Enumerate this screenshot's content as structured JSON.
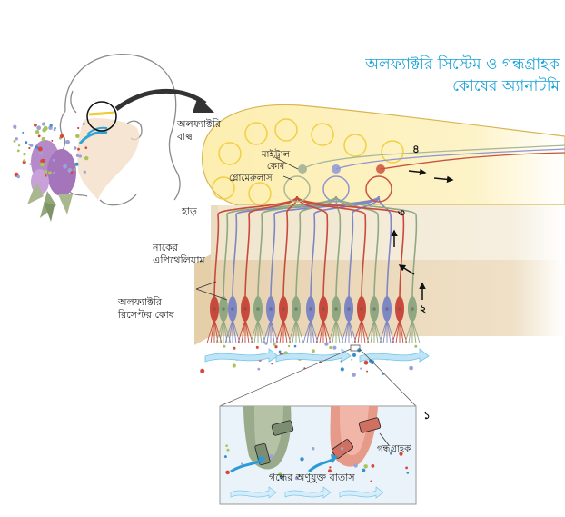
{
  "title": {
    "line1": "অলফ্যাক্টরি সিস্টেম ও গন্ধগ্রাহক",
    "line2": "কোষের অ্যানাটমি",
    "color": "#1aa3d8"
  },
  "labels": {
    "olfactory_bulb": [
      "অলফ্যাক্টরি",
      "বাল্ব"
    ],
    "mitral_cell": [
      "মাইট্রাল",
      "কোষ"
    ],
    "glomerulus": "গ্লোমেরুলাস",
    "bone": "হাড়",
    "nasal_epithelium": [
      "নাকের",
      "এপিথেলিয়াম"
    ],
    "olfactory_receptor_cells": [
      "অলফ্যাক্টরি",
      "রিসেপ্টর কোষ"
    ],
    "odorant_receptor": "গন্ধগ্রাহক",
    "odor_air": "গন্ধের অণুযুক্ত বাতাস"
  },
  "step_numbers": [
    "১",
    "২",
    "৩",
    "৪"
  ],
  "colors": {
    "bulb_fill": "#fcefb0",
    "bulb_stroke": "#e7c35a",
    "glomerulus_circle": "#f5d34a",
    "bone": "#f3ead6",
    "epithelium": "#ead7b8",
    "neuron_red": "#c94a3d",
    "neuron_green": "#8fa882",
    "neuron_blue": "#7f86c4",
    "air_arrow": "#8fd0ef",
    "inset_bg": "#eaf3f9"
  }
}
